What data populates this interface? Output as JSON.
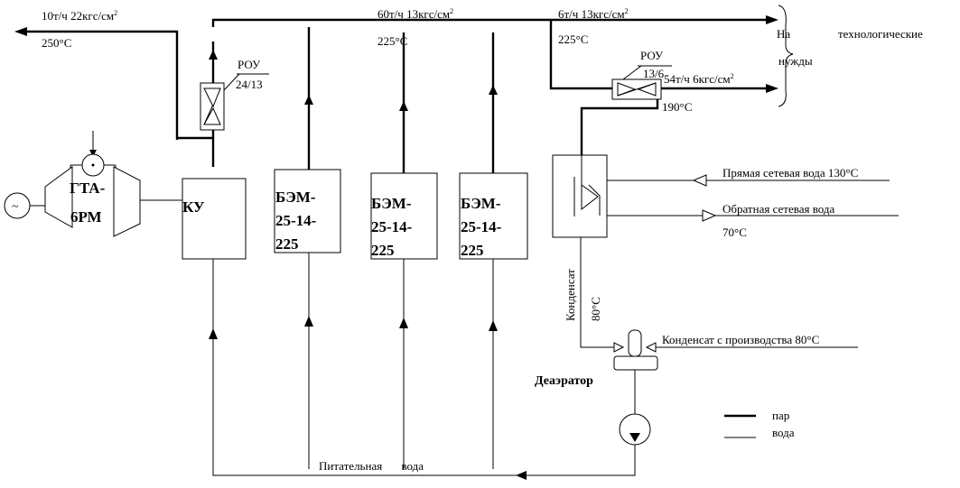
{
  "labels": {
    "flow_10": "10т/ч 22кгс/см",
    "flow_10_sup": "2",
    "temp_250": "250°С",
    "flow_60": "60т/ч 13кгс/см",
    "flow_60_sup": "2",
    "temp_225_a": "225°С",
    "flow_6": "6т/ч 13кгс/см",
    "flow_6_sup": "2",
    "temp_225_b": "225°С",
    "tech_na": "На",
    "tech_tech": "технологические",
    "tech_needs": "нужды",
    "rou1_name": "РОУ",
    "rou1_ratio": "24/13",
    "rou2_name": "РОУ",
    "rou2_ratio": "13/6",
    "flow_54": "54т/ч 6кгс/см",
    "flow_54_sup": "2",
    "temp_190": "190°С",
    "gta_line1": "ГТА-",
    "gta_line2": "6РМ",
    "generator_symbol": "~",
    "ku": "КУ",
    "bem1_l1": "БЭМ-",
    "bem1_l2": "25-14-",
    "bem1_l3": "225",
    "bem2_l1": "БЭМ-",
    "bem2_l2": "25-14-",
    "bem2_l3": "225",
    "bem3_l1": "БЭМ-",
    "bem3_l2": "25-14-",
    "bem3_l3": "225",
    "direct_water": "Прямая сетевая вода 130°С",
    "return_water": "Обратная сетевая вода",
    "temp_70": "70°С",
    "condensate": "Конденсат",
    "temp_80": "80°С",
    "prod_condensate": "Конденсат с производства 80°С",
    "deaerator": "Деаэратор",
    "feed_water": "Питательная вода"
  },
  "legend": {
    "steam": "пар",
    "water": "вода"
  }
}
